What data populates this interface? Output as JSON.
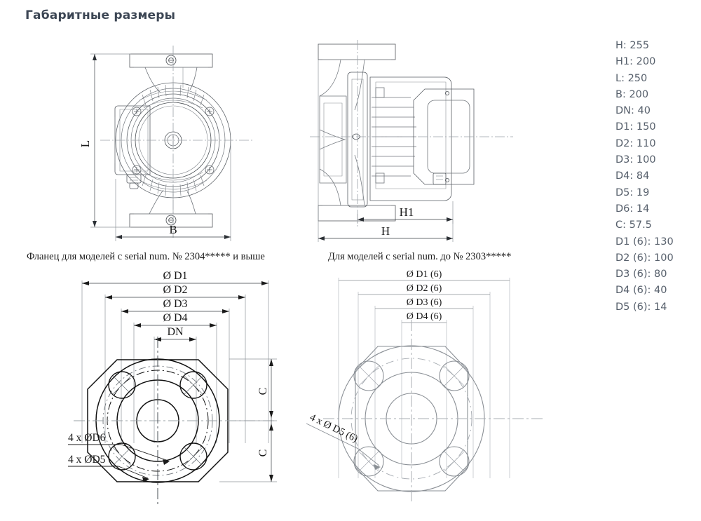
{
  "page": {
    "title": "Габаритные размеры"
  },
  "captions": {
    "left": "Фланец для моделей с serial num. № 2304***** и выше",
    "right": "Для моделей с serial num. до № 2303*****"
  },
  "specs": [
    {
      "label": "H",
      "value": "255",
      "text": "H: 255"
    },
    {
      "label": "H1",
      "value": "200",
      "text": "H1: 200"
    },
    {
      "label": "L",
      "value": "250",
      "text": "L: 250"
    },
    {
      "label": "B",
      "value": "200",
      "text": "B: 200"
    },
    {
      "label": "DN",
      "value": "40",
      "text": "DN: 40"
    },
    {
      "label": "D1",
      "value": "150",
      "text": "D1: 150"
    },
    {
      "label": "D2",
      "value": "110",
      "text": "D2: 110"
    },
    {
      "label": "D3",
      "value": "100",
      "text": "D3: 100"
    },
    {
      "label": "D4",
      "value": "84",
      "text": "D4: 84"
    },
    {
      "label": "D5",
      "value": "19",
      "text": "D5: 19"
    },
    {
      "label": "D6",
      "value": "14",
      "text": "D6: 14"
    },
    {
      "label": "C",
      "value": "57.5",
      "text": "C: 57.5"
    },
    {
      "label": "D1 (6)",
      "value": "130",
      "text": "D1 (6): 130"
    },
    {
      "label": "D2 (6)",
      "value": "100",
      "text": "D2 (6): 100"
    },
    {
      "label": "D3 (6)",
      "value": "80",
      "text": "D3 (6): 80"
    },
    {
      "label": "D4 (6)",
      "value": "40",
      "text": "D4 (6): 40"
    },
    {
      "label": "D5 (6)",
      "value": "14",
      "text": "D5 (6): 14"
    }
  ],
  "top_view": {
    "dim_vertical": "L",
    "dim_horizontal": "B"
  },
  "side_view": {
    "dim_inner": "H1",
    "dim_outer": "H"
  },
  "flange_left": {
    "dims": [
      "Ø D1",
      "Ø D2",
      "Ø D3",
      "Ø D4",
      "DN"
    ],
    "vertical_dims": [
      "C",
      "C"
    ],
    "callouts": [
      "4 x ØD6",
      "4 x ØD5"
    ]
  },
  "flange_right": {
    "dims": [
      "Ø D1 (6)",
      "Ø D2 (6)",
      "Ø D3 (6)",
      "Ø D4 (6)"
    ],
    "callouts": [
      "4 x Ø D5 (6)"
    ]
  },
  "colors": {
    "title": "#3c4654",
    "spec_text": "#565f6b",
    "line_dark": "#1a1a1a",
    "line_mid": "#555555",
    "line_light": "#9aa0a6",
    "caption": "#1c1c1c"
  }
}
